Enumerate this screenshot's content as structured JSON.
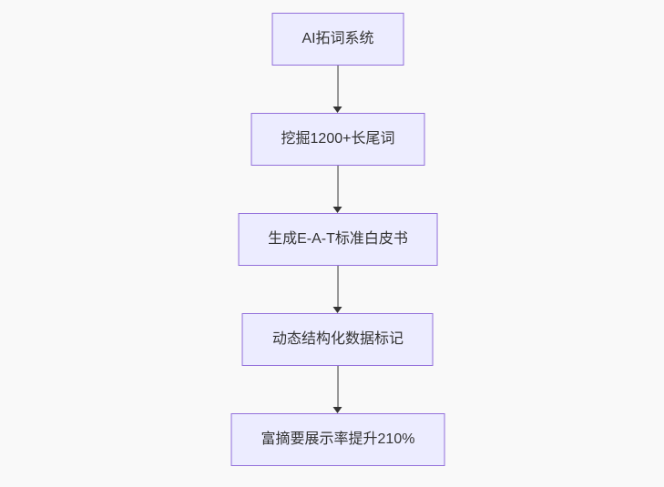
{
  "flowchart": {
    "type": "flowchart-top-down",
    "nodes": [
      {
        "label": "AI拓词系统"
      },
      {
        "label": "挖掘1200+长尾词"
      },
      {
        "label": "生成E-A-T标准白皮书"
      },
      {
        "label": "动态结构化数据标记"
      },
      {
        "label": "富摘要展示率提升210%"
      }
    ],
    "edges": [
      {
        "from": 0,
        "to": 1
      },
      {
        "from": 1,
        "to": 2
      },
      {
        "from": 2,
        "to": 3
      },
      {
        "from": 3,
        "to": 4
      }
    ],
    "colors": {
      "background": "#f9f9f9",
      "node_fill": "#ECECFF",
      "node_border": "#9370DB",
      "text": "#333333",
      "arrow": "#333333"
    }
  }
}
